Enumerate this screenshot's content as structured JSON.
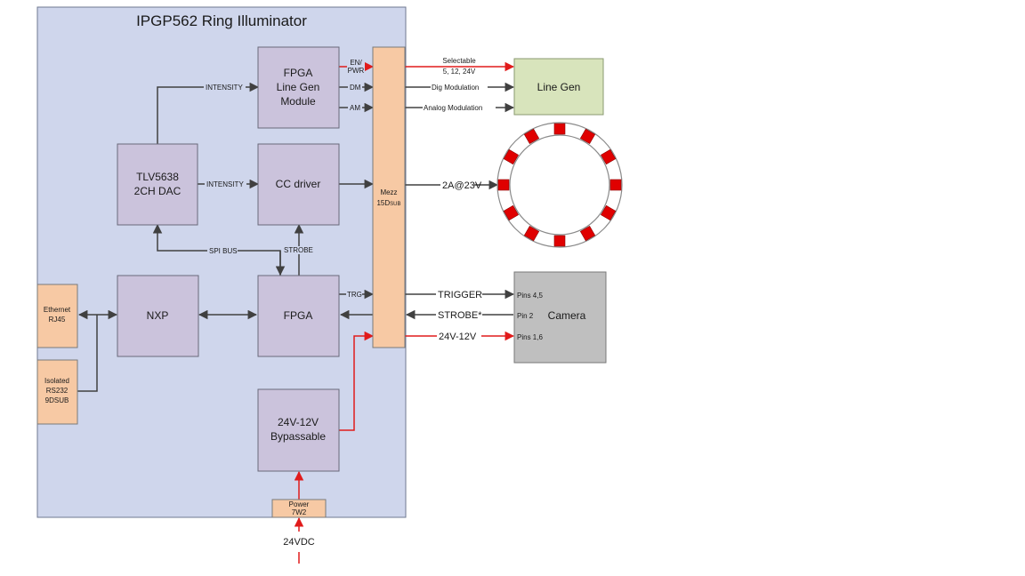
{
  "diagram": {
    "title": "IPGP562 Ring Illuminator",
    "blocks": {
      "fpga_linegen": [
        "FPGA",
        "Line Gen",
        "Module"
      ],
      "dac": [
        "TLV5638",
        "2CH DAC"
      ],
      "cc_driver": "CC driver",
      "nxp": "NXP",
      "fpga": "FPGA",
      "regulator": [
        "24V-12V",
        "Bypassable"
      ],
      "linegen_ext": "Line Gen",
      "camera": "Camera"
    },
    "connectors": {
      "ethernet": [
        "Ethernet",
        "RJ45"
      ],
      "rs232": [
        "Isolated",
        "RS232",
        "9DSUB"
      ],
      "mezz": [
        "Mezz",
        "15D",
        "SUB"
      ],
      "power": [
        "Power",
        "7W2"
      ]
    },
    "signals": {
      "intensity_top": "INTENSITY",
      "intensity_mid": "INTENSITY",
      "en_pwr": [
        "EN/",
        "PWR"
      ],
      "dm": "DM",
      "am": "AM",
      "selectable": [
        "Selectable",
        "5, 12, 24V"
      ],
      "dig_mod": "Dig Modulation",
      "analog_mod": "Analog Modulation",
      "ring_current": "2A@23V",
      "spi_bus": "SPI BUS",
      "strobe_internal": "STROBE",
      "trg": "TRG",
      "trigger": "TRIGGER",
      "strobe_star": "STROBE*",
      "supply_out": "24V-12V",
      "pins_45": "Pins 4,5",
      "pin_2": "Pin 2",
      "pins_16": "Pins 1,6",
      "input_voltage": "24VDC"
    },
    "colors": {
      "board": "#cfd6ec",
      "block": "#cbc3dc",
      "connector": "#f7c9a4",
      "line_gen_box": "#d8e4bc",
      "camera_box": "#bfbfbf",
      "power_wire": "#e11b1b",
      "led": "#e00000"
    }
  }
}
